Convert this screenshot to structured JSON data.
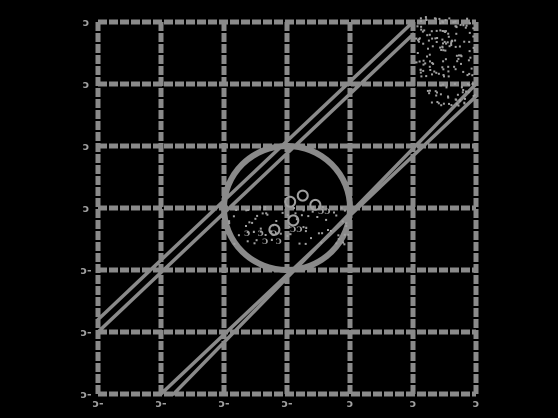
{
  "colors": {
    "background": "#000000",
    "ink": "#8a8a8a",
    "ink_light": "#a0a0a0"
  },
  "diagram": {
    "grid": {
      "x_values": [
        -3,
        -2,
        -1,
        0,
        1,
        2,
        3
      ],
      "y_values": [
        -3,
        -2,
        -1,
        0,
        1,
        2,
        3
      ]
    },
    "circle": {
      "center": [
        0,
        0
      ],
      "radius": 1
    },
    "band_lines": [
      {
        "from": [
          -3,
          -1.8
        ],
        "to": [
          2,
          3
        ]
      },
      {
        "from": [
          -3,
          -2
        ],
        "to": [
          2,
          2.8
        ]
      },
      {
        "from": [
          -1.8,
          -3
        ],
        "to": [
          3,
          2
        ]
      },
      {
        "from": [
          -2,
          -3
        ],
        "to": [
          3,
          1.8
        ]
      }
    ],
    "x_tick_labels": [
      "ᴐ-",
      "ᴐ-",
      "ᴐ-",
      "ᴐ-",
      "ᴐ",
      "ᴐ",
      "ᴐ"
    ],
    "y_tick_labels": [
      "ᴐ",
      "ᴐ",
      "ᴐ",
      "ᴐ",
      "ᴐ-",
      "ᴐ-",
      "ᴐ-"
    ],
    "inner_scribbles": [
      "ᴐ·ᴐ ᴐ",
      "ᴐᴐ·",
      "ᴐ·ᴐ",
      "ᴐᴐ"
    ]
  }
}
